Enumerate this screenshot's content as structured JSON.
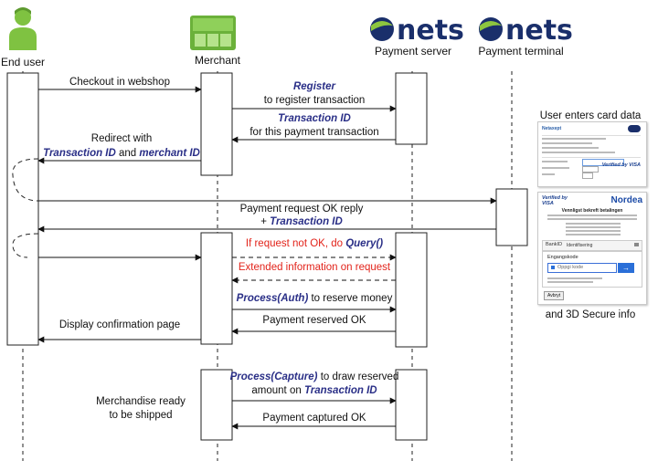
{
  "actors": {
    "end_user": "End user",
    "merchant": "Merchant",
    "payment_server": "Payment server",
    "payment_terminal": "Payment terminal"
  },
  "logos": {
    "nets": "nets"
  },
  "messages": {
    "checkout": "Checkout in webshop",
    "register_1": "Register",
    "register_2": "to register transaction",
    "txid_1": "Transaction ID",
    "txid_2": "for this payment transaction",
    "redirect_1": "Redirect with",
    "redirect_2a": "Transaction ID",
    "redirect_2b": " and ",
    "redirect_2c": "merchant ID",
    "payreq_1": "Payment request OK reply",
    "payreq_2a": "+ ",
    "payreq_2b": "Transaction ID",
    "query_a": "If request not OK, do ",
    "query_b": "Query()",
    "extended": "Extended information on request",
    "process_a": "Process(Auth)",
    "process_b": " to reserve money",
    "reserved": "Payment reserved OK",
    "confirm": "Display confirmation page",
    "capture_1a": "Process(Capture)",
    "capture_1b": " to draw reserved",
    "capture_2a": "amount on ",
    "capture_2b": "Transaction ID",
    "captured": "Payment captured OK",
    "ready_1": "Merchandise ready",
    "ready_2": "to be shipped"
  },
  "screens": {
    "caption_top": "User enters card data",
    "caption_bottom": "and 3D Secure info",
    "netaxept": "Netaxept",
    "verified_visa": "Verified by VISA",
    "nordea": "Nordea",
    "verify_heading": "Vennligst bekreft betalingen",
    "bankid": "BankID",
    "identify": "Identifisering",
    "engangskode": "Engangskode",
    "code_placeholder": "Oppgi kode",
    "avbryt": "Avbryt"
  },
  "colors": {
    "emphasis": "#2a2f87",
    "error": "#e2231a",
    "nets_blue": "#1a2f6b",
    "nets_green": "#8dc63f",
    "avatar_green": "#7fc241"
  }
}
